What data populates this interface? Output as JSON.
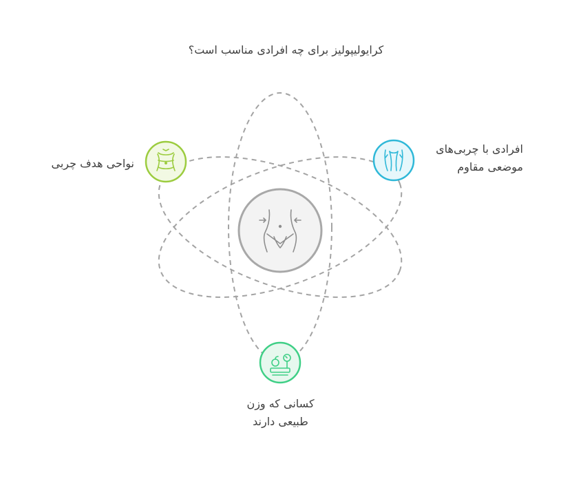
{
  "title": "کرایولیپولیز برای چه افرادی مناسب است؟",
  "center": {
    "icon": "waist-body-icon"
  },
  "nodes": {
    "left": {
      "label": "نواحی هدف چربی",
      "icon": "belly-fat-icon",
      "color": "#9ccc3f"
    },
    "right": {
      "label_line1": "افرادی با چربی‌های",
      "label_line2": "موضعی مقاوم",
      "icon": "thighs-icon",
      "color": "#2fb8d8"
    },
    "bottom": {
      "label_line1": "کسانی که وزن",
      "label_line2": "طبیعی دارند",
      "icon": "scale-apple-icon",
      "color": "#3fcf86"
    }
  },
  "colors": {
    "orbit": "#a3a3a3",
    "center_fill": "#f3f3f3",
    "center_stroke": "#a8a8a8",
    "text": "#3f3f3f"
  }
}
